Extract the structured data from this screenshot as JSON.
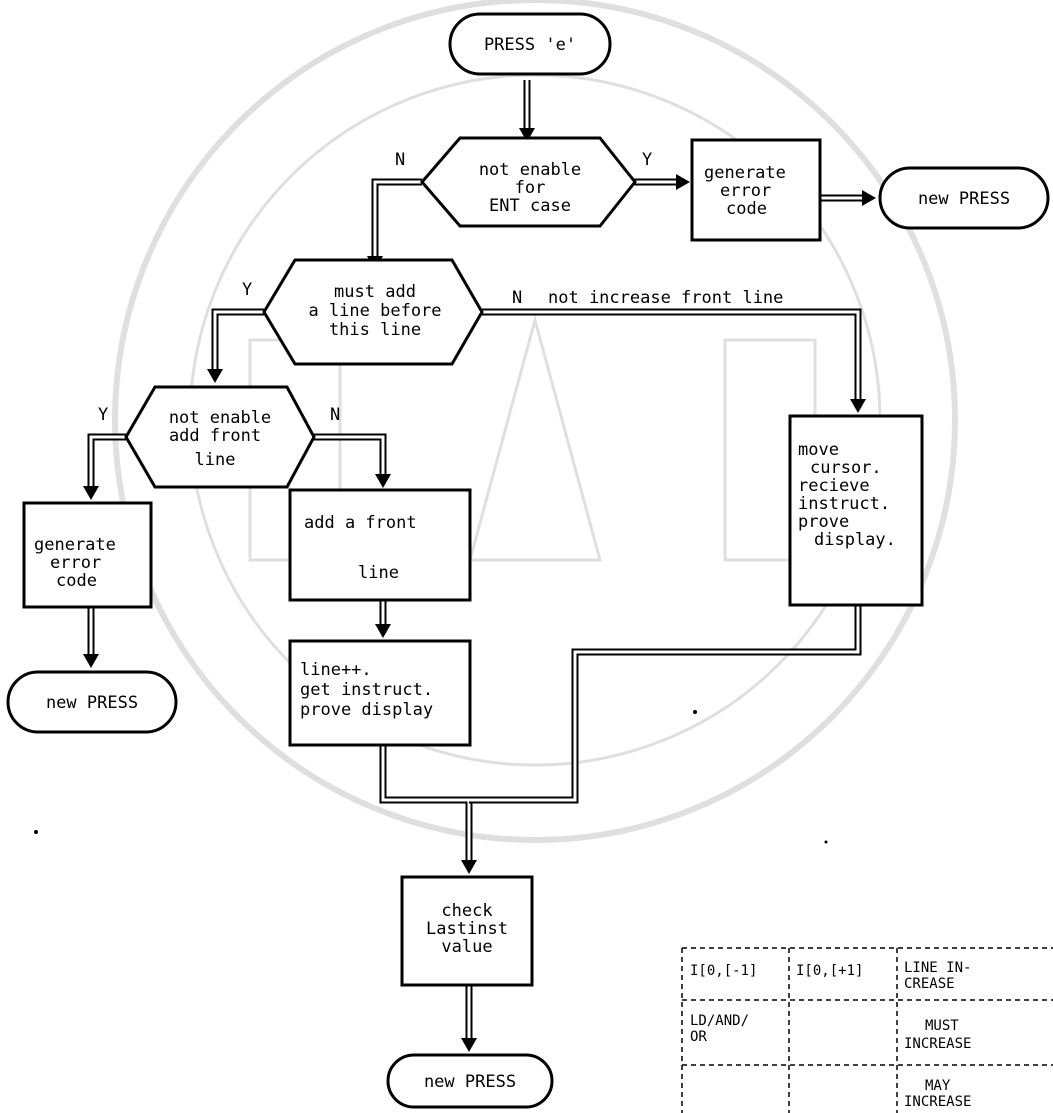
{
  "nodes": {
    "start": [
      "PRESS 'e'"
    ],
    "d1": [
      "not enable",
      "for",
      "ENT case"
    ],
    "gen1": [
      "generate",
      "error",
      "code"
    ],
    "new1": [
      "new PRESS"
    ],
    "d2": [
      "must add",
      "a line before",
      "this line"
    ],
    "d3": [
      "not enable",
      "add front",
      "line"
    ],
    "gen2": [
      "generate",
      "error",
      "code"
    ],
    "new2": [
      "new PRESS"
    ],
    "addfront": [
      "add a front",
      "line"
    ],
    "lineinc": [
      "line++.",
      "get instruct.",
      "prove display"
    ],
    "move": [
      "move",
      "cursor.",
      "recieve",
      "instruct.",
      "prove",
      "display."
    ],
    "check": [
      "check",
      "Lastinst",
      "value"
    ],
    "new3": [
      "new PRESS"
    ]
  },
  "edge_labels": {
    "d1_no": "N",
    "d1_yes": "Y",
    "d2_yes": "Y",
    "d2_no": "N",
    "d2_no_note": "not increase front line",
    "d3_yes": "Y",
    "d3_no": "N"
  },
  "table": {
    "headers": [
      "I[0,[-1]",
      "I[0,[+1]",
      "LINE IN-",
      "CREASE"
    ],
    "rows": [
      [
        "LD/AND/",
        "OR",
        "",
        "MUST",
        "INCREASE"
      ],
      [
        "",
        "",
        "",
        "MAY",
        "INCREASE"
      ]
    ]
  }
}
